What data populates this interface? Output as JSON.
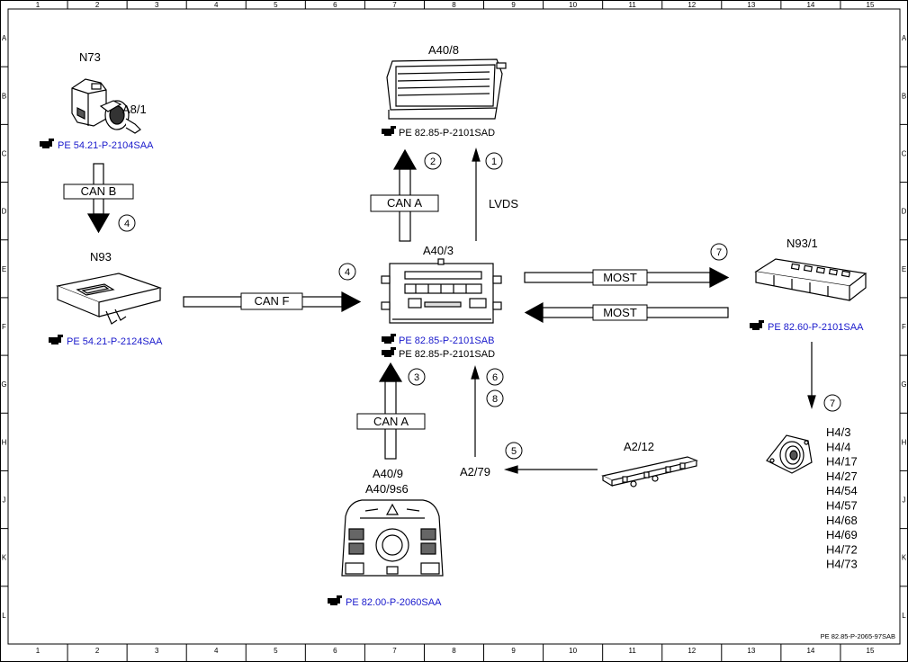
{
  "frame": {
    "columns": [
      "1",
      "2",
      "3",
      "4",
      "5",
      "6",
      "7",
      "8",
      "9",
      "10",
      "11",
      "12",
      "13",
      "14",
      "15"
    ],
    "rows": [
      "A",
      "B",
      "C",
      "D",
      "E",
      "F",
      "G",
      "H",
      "J",
      "K",
      "L"
    ]
  },
  "components": {
    "n73": {
      "name": "N73",
      "sub": "A8/1",
      "ref": "PE 54.21-P-2104SAA"
    },
    "n93": {
      "name": "N93",
      "ref": "PE 54.21-P-2124SAA"
    },
    "a40_8": {
      "name": "A40/8",
      "ref": "PE 82.85-P-2101SAD"
    },
    "a40_3": {
      "name": "A40/3",
      "ref1": "PE 82.85-P-2101SAB",
      "ref2": "PE 82.85-P-2101SAD"
    },
    "n93_1": {
      "name": "N93/1",
      "ref": "PE 82.60-P-2101SAA"
    },
    "a40_9": {
      "name1": "A40/9",
      "name2": "A40/9s6",
      "ref": "PE 82.00-P-2060SAA"
    },
    "a2_12": {
      "name": "A2/12"
    },
    "a2_79": {
      "name": "A2/79"
    },
    "speakers": [
      "H4/3",
      "H4/4",
      "H4/17",
      "H4/27",
      "H4/54",
      "H4/57",
      "H4/68",
      "H4/69",
      "H4/72",
      "H4/73"
    ]
  },
  "buses": {
    "can_b": "CAN B",
    "can_a_top": "CAN A",
    "can_f": "CAN F",
    "can_a_bottom": "CAN A",
    "lvds": "LVDS",
    "most_out": "MOST",
    "most_in": "MOST"
  },
  "steps": {
    "s1": "1",
    "s2": "2",
    "s3": "3",
    "s4a": "4",
    "s4b": "4",
    "s5": "5",
    "s6": "6",
    "s7a": "7",
    "s7b": "7",
    "s8": "8"
  },
  "footer": {
    "doc_id": "PE 82.85-P-2065-97SAB"
  }
}
